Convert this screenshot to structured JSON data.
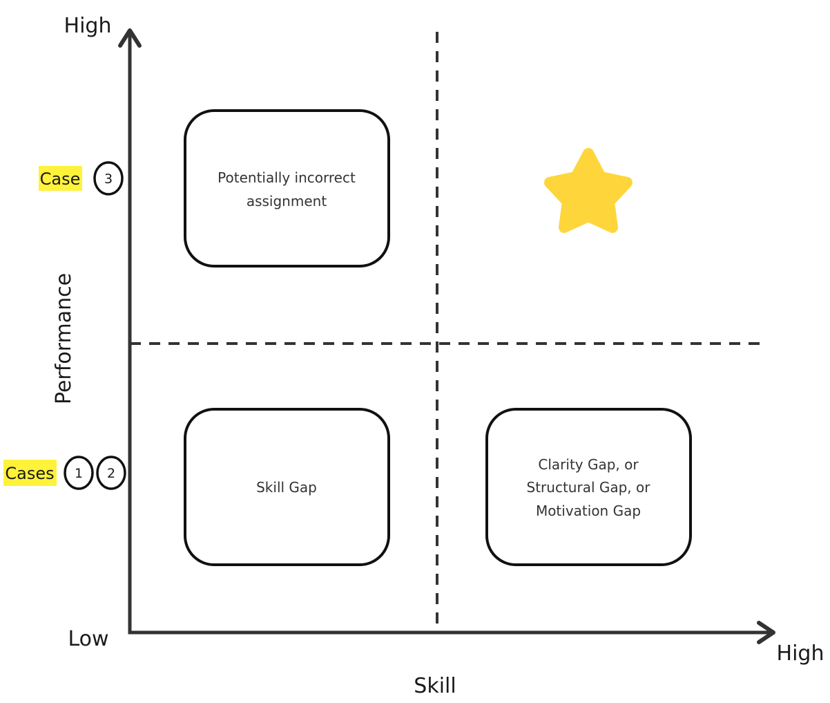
{
  "axes": {
    "y_label": "Performance",
    "y_high": "High",
    "x_label": "Skill",
    "x_high": "High",
    "origin_low": "Low"
  },
  "quadrants": {
    "top_left": {
      "lines": [
        "Potentially incorrect",
        "assignment"
      ]
    },
    "top_right": {
      "icon": "star-icon",
      "color": "#fed63c"
    },
    "bottom_left": {
      "lines": [
        "Skill Gap"
      ]
    },
    "bottom_right": {
      "lines": [
        "Clarity Gap, or",
        "Structural Gap, or",
        "Motivation Gap"
      ]
    }
  },
  "case_markers": {
    "high": {
      "label": "Case",
      "badges": [
        "3"
      ]
    },
    "low": {
      "label": "Cases",
      "badges": [
        "1",
        "2"
      ]
    }
  },
  "colors": {
    "highlight": "#fff23a",
    "star": "#fed63c",
    "line": "#333333"
  }
}
